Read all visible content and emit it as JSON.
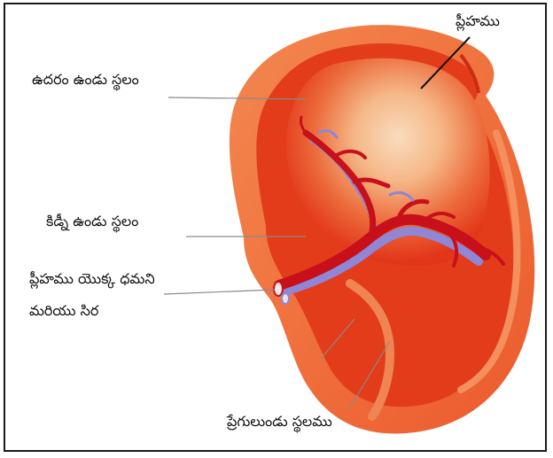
{
  "labels": {
    "spleen": "ప్లీహము",
    "stomach_area": "ఉదరం ఉండు స్థలం",
    "kidney_area": "కిడ్నీ ఉండు స్థలం",
    "artery_vein_line1": "ప్లీహము యొక్క ధమని",
    "artery_vein_line2": "మరియు సిర",
    "intestine_area": "ప్రేగులుండు స్థలము"
  },
  "colors": {
    "organ_base": "#e63d17",
    "organ_rim": "#f06a37",
    "organ_highlight": "#f7c9a0",
    "artery": "#c8101a",
    "vein": "#8f86d6",
    "frame": "#1a1a1a"
  }
}
